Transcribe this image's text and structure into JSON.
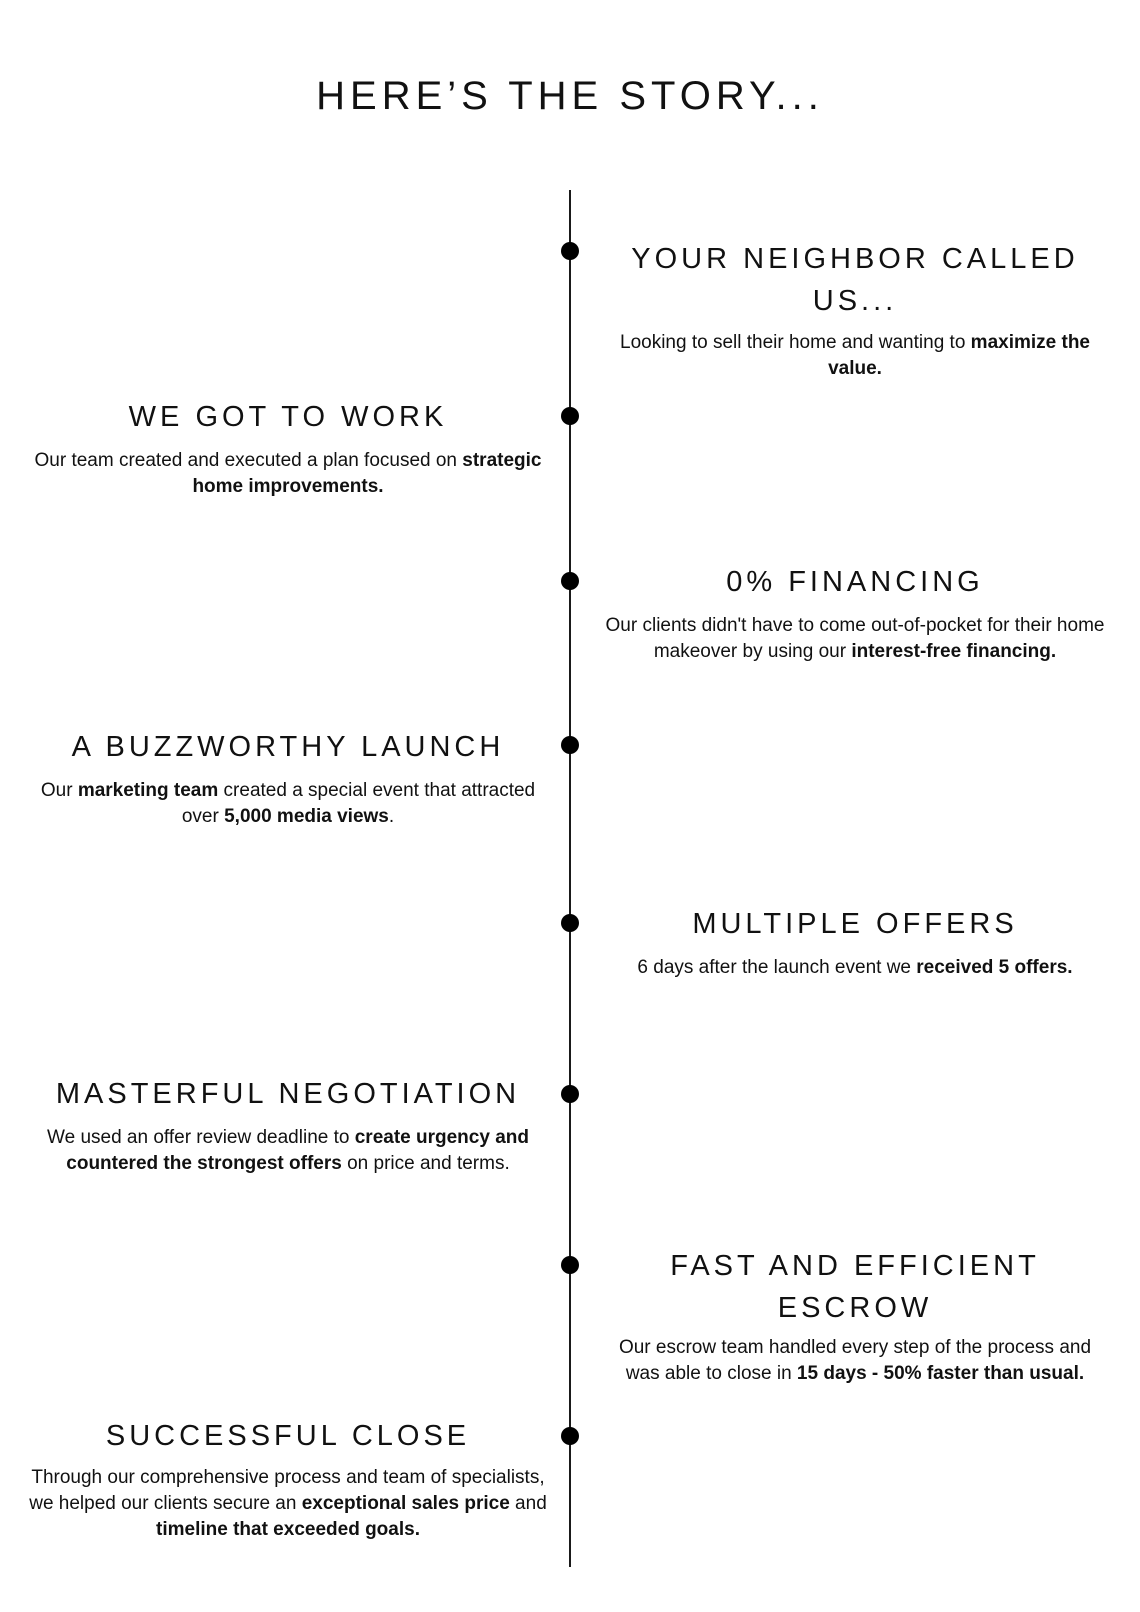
{
  "page": {
    "title": "HERE’S THE STORY..."
  },
  "timeline": [
    {
      "side": "right",
      "heading": "YOUR NEIGHBOR CALLED US...",
      "body": [
        {
          "text": "Looking to sell their home and wanting to ",
          "bold": false
        },
        {
          "text": "maximize the value.",
          "bold": true
        }
      ]
    },
    {
      "side": "left",
      "heading": "WE GOT TO WORK",
      "body": [
        {
          "text": "Our team created and executed a plan focused on ",
          "bold": false
        },
        {
          "text": "strategic home improvements.",
          "bold": true
        }
      ]
    },
    {
      "side": "right",
      "heading": "0% FINANCING",
      "body": [
        {
          "text": "Our clients didn't have to come out-of-pocket for their home makeover by using our ",
          "bold": false
        },
        {
          "text": "interest-free financing.",
          "bold": true
        }
      ]
    },
    {
      "side": "left",
      "heading": "A BUZZWORTHY LAUNCH",
      "body": [
        {
          "text": "Our ",
          "bold": false
        },
        {
          "text": "marketing team",
          "bold": true
        },
        {
          "text": " created a special event that attracted over ",
          "bold": false
        },
        {
          "text": "5,000 media views",
          "bold": true
        },
        {
          "text": ".",
          "bold": false
        }
      ]
    },
    {
      "side": "right",
      "heading": "MULTIPLE OFFERS",
      "body": [
        {
          "text": "6 days after the launch event we ",
          "bold": false
        },
        {
          "text": "received 5 offers.",
          "bold": true
        }
      ]
    },
    {
      "side": "left",
      "heading": "MASTERFUL NEGOTIATION",
      "body": [
        {
          "text": "We used an offer review deadline to ",
          "bold": false
        },
        {
          "text": "create urgency and countered the strongest offers",
          "bold": true
        },
        {
          "text": " on price and terms.",
          "bold": false
        }
      ]
    },
    {
      "side": "right",
      "heading": "FAST AND EFFICIENT ESCROW",
      "body": [
        {
          "text": "Our escrow team handled every step of the process and was able to close in ",
          "bold": false
        },
        {
          "text": "15 days - 50% faster than usual.",
          "bold": true
        }
      ]
    },
    {
      "side": "left",
      "heading": "SUCCESSFUL CLOSE",
      "body": [
        {
          "text": "Through our comprehensive process and team of specialists, we helped our clients secure an ",
          "bold": false
        },
        {
          "text": "exceptional sales price",
          "bold": true
        },
        {
          "text": " and ",
          "bold": false
        },
        {
          "text": "timeline that exceeded goals.",
          "bold": true
        }
      ]
    }
  ]
}
